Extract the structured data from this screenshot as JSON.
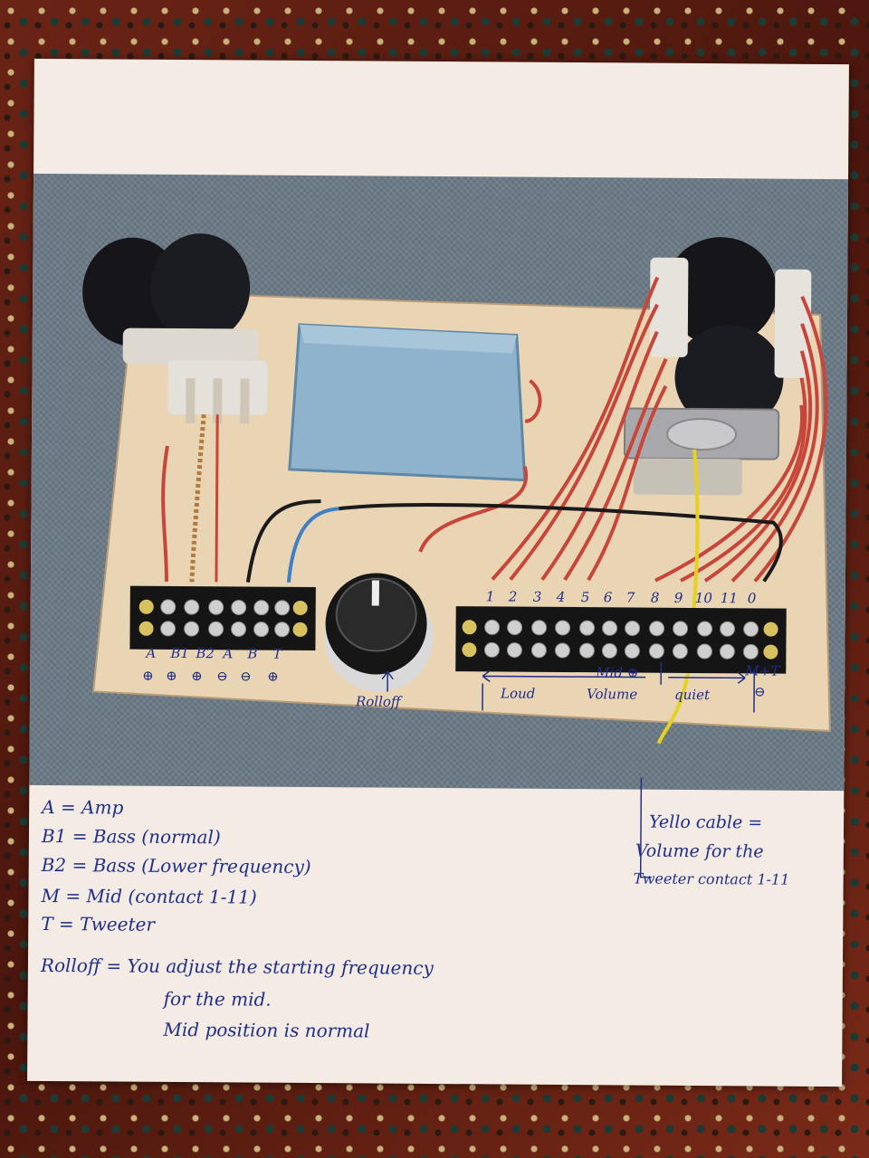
{
  "left_terminal": {
    "labels": [
      "A",
      "B1",
      "B2",
      "A",
      "B",
      "T"
    ],
    "polarity": [
      "⊕",
      "⊕",
      "⊕",
      "⊖",
      "⊖",
      "⊕"
    ]
  },
  "rolloff_label": "Rolloff",
  "mid_terminal": {
    "numbers": [
      "1",
      "2",
      "3",
      "4",
      "5",
      "6",
      "7",
      "8",
      "9",
      "10",
      "11",
      "0"
    ],
    "mid_plus": "Mid ⊕",
    "loud": "Loud",
    "volume": "Volume",
    "quiet": "quiet",
    "mt": "M+T",
    "mt_minus": "⊖"
  },
  "yellow_note": [
    "Yello cable =",
    "Volume for the",
    "Tweeter contact 1-11"
  ],
  "legend": [
    "A = Amp",
    "B1 = Bass (normal)",
    "B2 = Bass (Lower frequency)",
    "M = Mid (contact 1-11)",
    "T = Tweeter"
  ],
  "rolloff_note": [
    "Rolloff = You adjust the starting frequency",
    "for the mid.",
    "Mid position is normal"
  ],
  "colors": {
    "ink": "#1f2f8a",
    "board": "#e9d4b4",
    "box": "#8fb3cc",
    "wire_red": "#c8453a",
    "wire_yellow": "#e6d21e",
    "wire_blue": "#3f7fc4",
    "carpet": "#6b7a86",
    "paper": "#f4ece4"
  }
}
